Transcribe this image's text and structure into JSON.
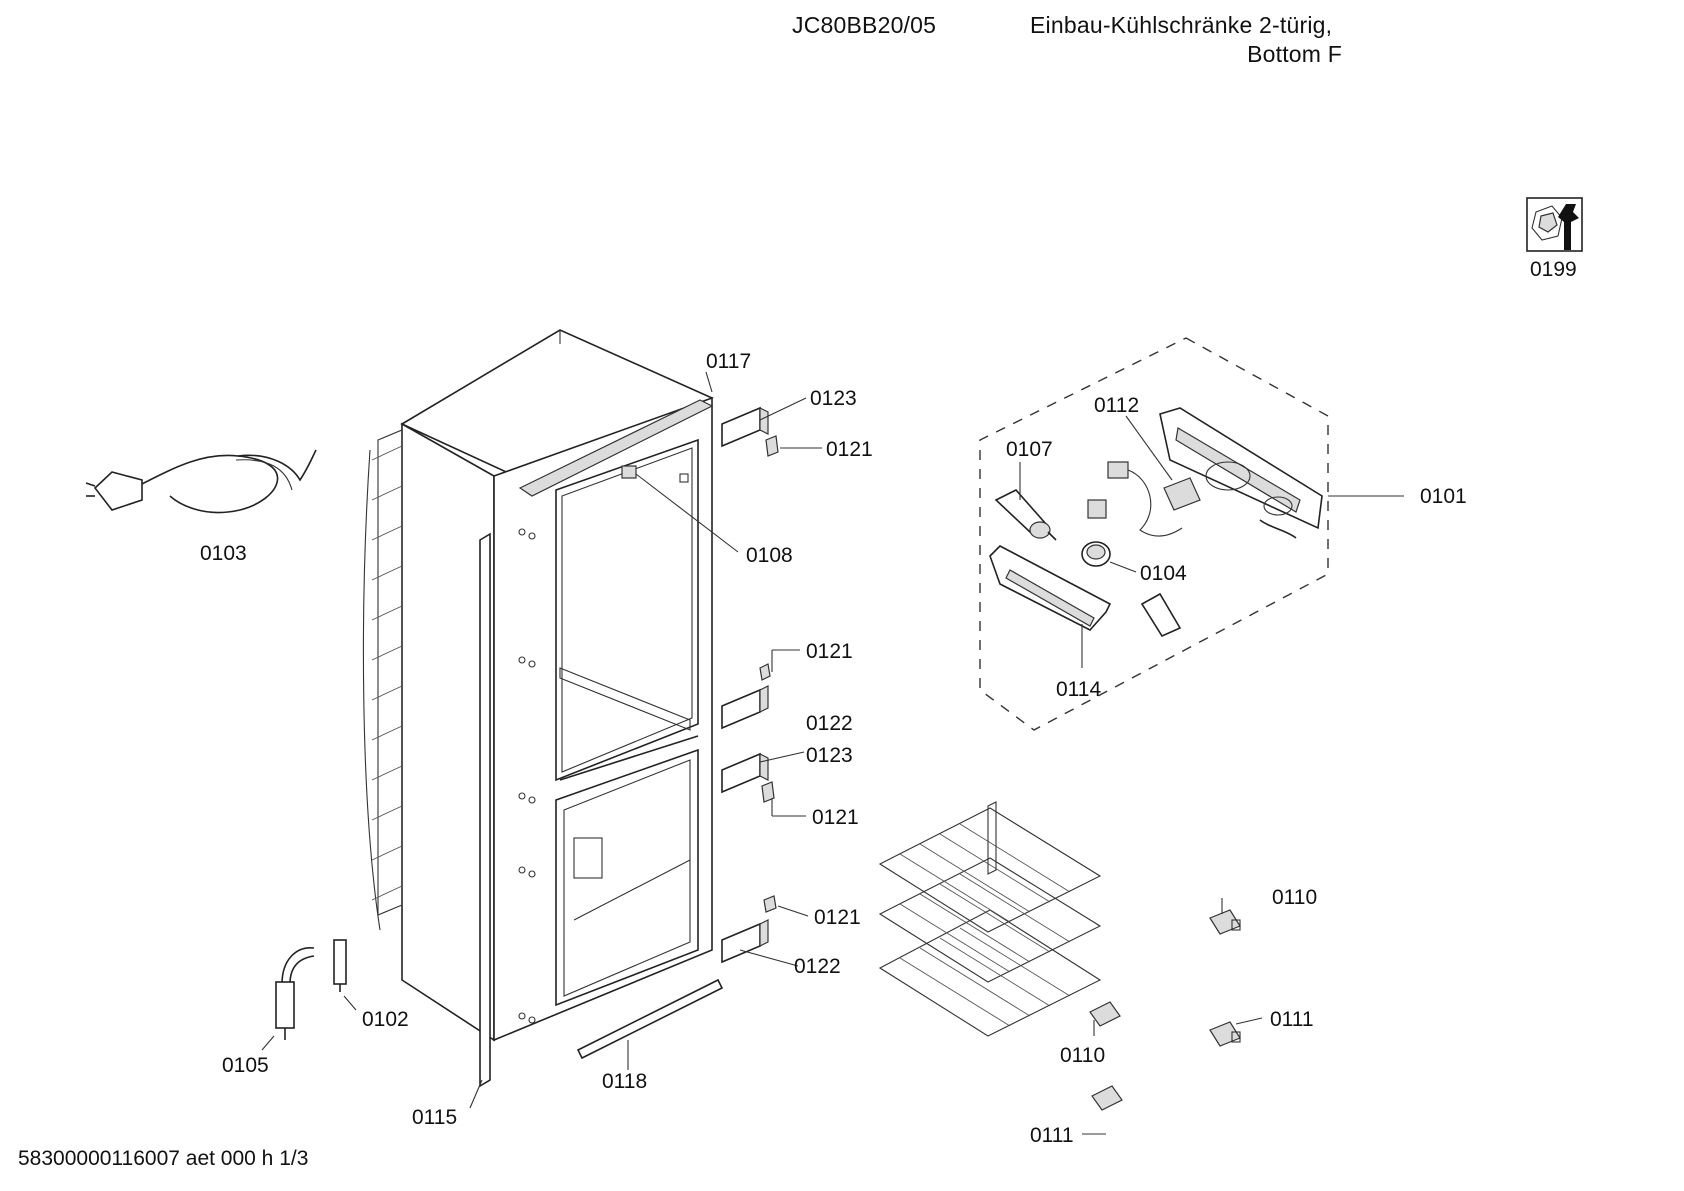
{
  "header": {
    "model": "JC80BB20/05",
    "description_line1": "Einbau-Kühlschränke 2-türig,",
    "description_line2": "Bottom F"
  },
  "footer": {
    "doc_code": "58300000116007 aet 000 h 1/3"
  },
  "labels": {
    "p0199": "0199",
    "p0117": "0117",
    "p0123a": "0123",
    "p0121a": "0121",
    "p0108": "0108",
    "p0103": "0103",
    "p0112": "0112",
    "p0107": "0107",
    "p0101": "0101",
    "p0104": "0104",
    "p0114": "0114",
    "p0121b": "0121",
    "p0122a": "0122",
    "p0123b": "0123",
    "p0121c": "0121",
    "p0121d": "0121",
    "p0122b": "0122",
    "p0110a": "0110",
    "p0111a": "0111",
    "p0110b": "0110",
    "p0111b": "0111",
    "p0102": "0102",
    "p0105": "0105",
    "p0118": "0118",
    "p0115": "0115"
  },
  "icons": {
    "service": "wrench-nut-icon"
  }
}
